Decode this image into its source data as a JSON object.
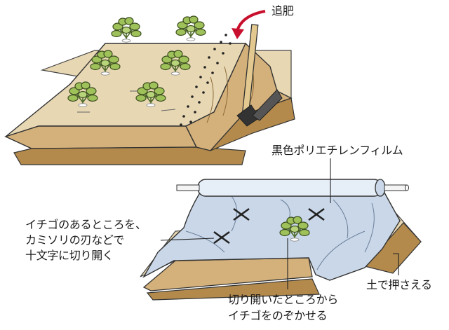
{
  "labels": {
    "fertilizer": "追肥",
    "film": "黒色ポリエチレンフィルム",
    "cut_instruction": [
      "イチゴのあるところを、",
      "カミソリの刃などで",
      "十文字に切り開く"
    ],
    "soil_press": "土で押さえる",
    "pull_through": [
      "切り開いたところから",
      "イチゴをのぞかせる"
    ]
  },
  "colors": {
    "soil": "#d4b07a",
    "soil_dark": "#b38a4c",
    "ridge_top": "#e7d7b3",
    "leaf": "#9fc15a",
    "film": "#c9d7e8",
    "film_light": "#e6eef7",
    "stake": "#e3c98f",
    "outline": "#333333"
  },
  "icons": {
    "arrow": "curved-arrow-icon",
    "plant": "strawberry-plant-icon",
    "cut": "cross-cut-icon"
  }
}
